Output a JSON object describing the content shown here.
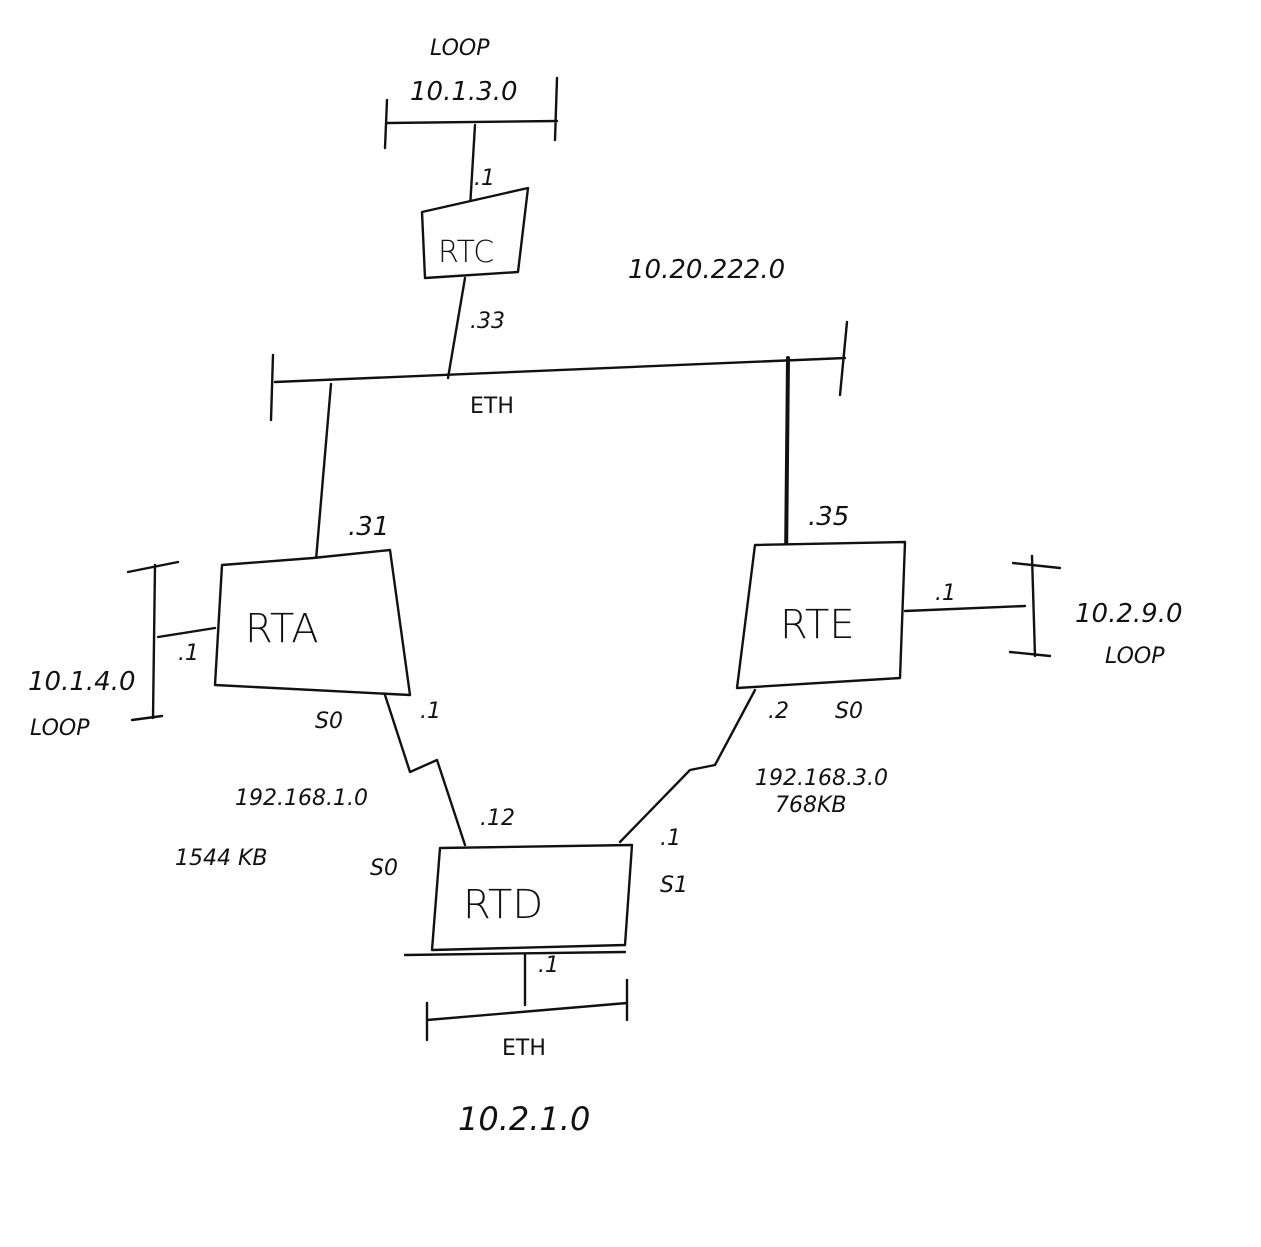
{
  "routers": {
    "rtc": "RTC",
    "rta": "RTA",
    "rte": "RTE",
    "rtd": "RTD"
  },
  "networks": {
    "rtc_loop": {
      "type": "LOOP",
      "address": "10.1.3.0",
      "rtc_if": ".1"
    },
    "eth_top": {
      "type": "ETH",
      "address": "10.20.222.0",
      "rtc_if": ".33",
      "rta_if": ".31",
      "rte_if": ".35"
    },
    "rta_loop": {
      "type": "LOOP",
      "address": "10.1.4.0",
      "rta_if": ".1"
    },
    "rte_loop": {
      "type": "LOOP",
      "address": "10.2.9.0",
      "rte_if": ".1"
    },
    "serial_ad": {
      "address": "192.168.1.0",
      "bandwidth": "1544 KB",
      "rta_if": ".1",
      "rta_port": "S0",
      "rtd_if": ".12",
      "rtd_port": "S0"
    },
    "serial_de": {
      "address": "192.168.3.0",
      "bandwidth": "768KB",
      "rte_if": ".2",
      "rte_port": "S0",
      "rtd_if": ".1",
      "rtd_port": "S1"
    },
    "eth_bottom": {
      "type": "ETH",
      "address": "10.2.1.0",
      "rtd_if": ".1"
    }
  },
  "colors": {
    "ink": "#111111",
    "paper": "#ffffff"
  }
}
